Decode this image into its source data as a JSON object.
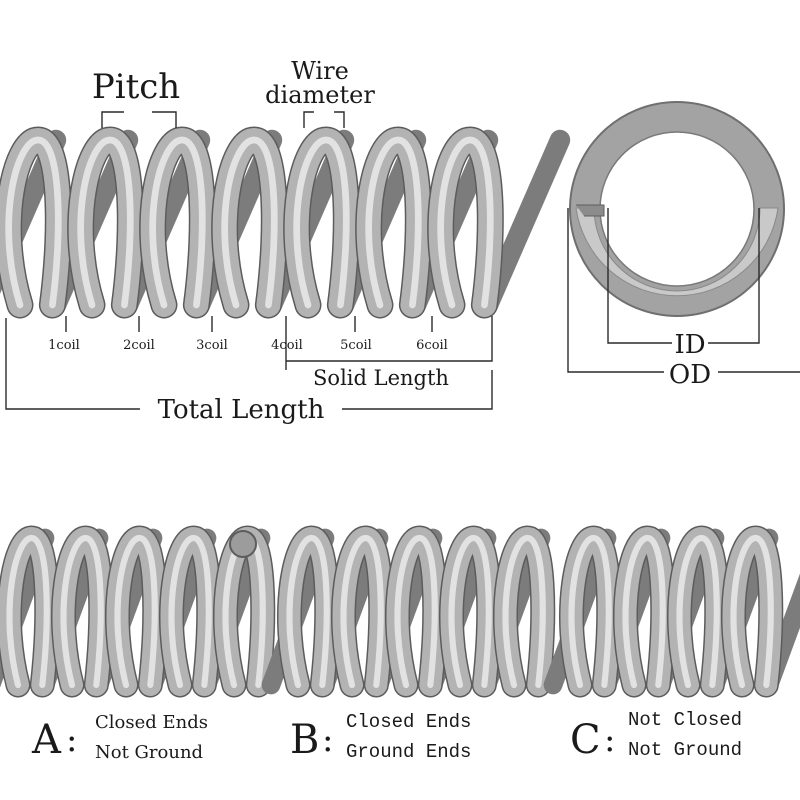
{
  "figure": {
    "main_spring": {
      "pitch_label": "Pitch",
      "wire_label_line1": "Wire",
      "wire_label_line2": "diameter",
      "coil_labels": [
        "1coil",
        "2coil",
        "3coil",
        "4coil",
        "5coil",
        "6coil"
      ],
      "solid_length_label": "Solid Length",
      "total_length_label": "Total Length"
    },
    "end_view": {
      "id_label": "ID",
      "od_label": "OD"
    },
    "end_types": [
      {
        "letter": "A",
        "colon": ":",
        "line1": "Closed Ends",
        "line2": "Not Ground"
      },
      {
        "letter": "B",
        "colon": ":",
        "line1": "Closed Ends",
        "line2": "Ground Ends"
      },
      {
        "letter": "C",
        "colon": ":",
        "line1": "Not Closed",
        "line2": "Not Ground"
      }
    ]
  },
  "colors": {
    "spring_body": "#a6a6a6",
    "spring_edge": "#6f6f6f",
    "spring_highlight": "#dcdcdc",
    "ink": "#1a1a1a"
  }
}
